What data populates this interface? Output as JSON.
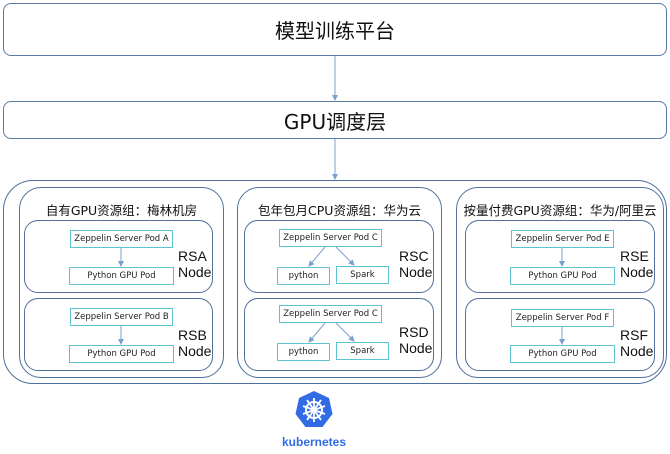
{
  "platform_layer": "模型训练平台",
  "scheduler_layer": "GPU调度层",
  "groups": [
    {
      "title": "自有GPU资源组：梅林机房",
      "nodes": [
        {
          "server": "Zeppelin Server Pod A",
          "pods": [
            "Python GPU Pod"
          ],
          "label_1": "RSA",
          "label_2": "Node"
        },
        {
          "server": "Zeppelin Server Pod B",
          "pods": [
            "Python GPU Pod"
          ],
          "label_1": "RSB",
          "label_2": "Node"
        }
      ]
    },
    {
      "title": "包年包月CPU资源组：华为云",
      "nodes": [
        {
          "server": "Zeppelin Server Pod C",
          "pods": [
            "python",
            "Spark"
          ],
          "label_1": "RSC",
          "label_2": "Node"
        },
        {
          "server": "Zeppelin Server Pod C",
          "pods": [
            "python",
            "Spark"
          ],
          "label_1": "RSD",
          "label_2": "Node"
        }
      ]
    },
    {
      "title": "按量付费GPU资源组：华为/阿里云",
      "nodes": [
        {
          "server": "Zeppelin Server Pod E",
          "pods": [
            "Python GPU Pod"
          ],
          "label_1": "RSE",
          "label_2": "Node"
        },
        {
          "server": "Zeppelin Server Pod F",
          "pods": [
            "Python GPU Pod"
          ],
          "label_1": "RSF",
          "label_2": "Node"
        }
      ]
    }
  ],
  "footer_logo": "kubernetes",
  "colors": {
    "outline": "#4f6f9c",
    "pod_border": "#5cc3cf",
    "kubernetes_blue": "#326ce5"
  }
}
